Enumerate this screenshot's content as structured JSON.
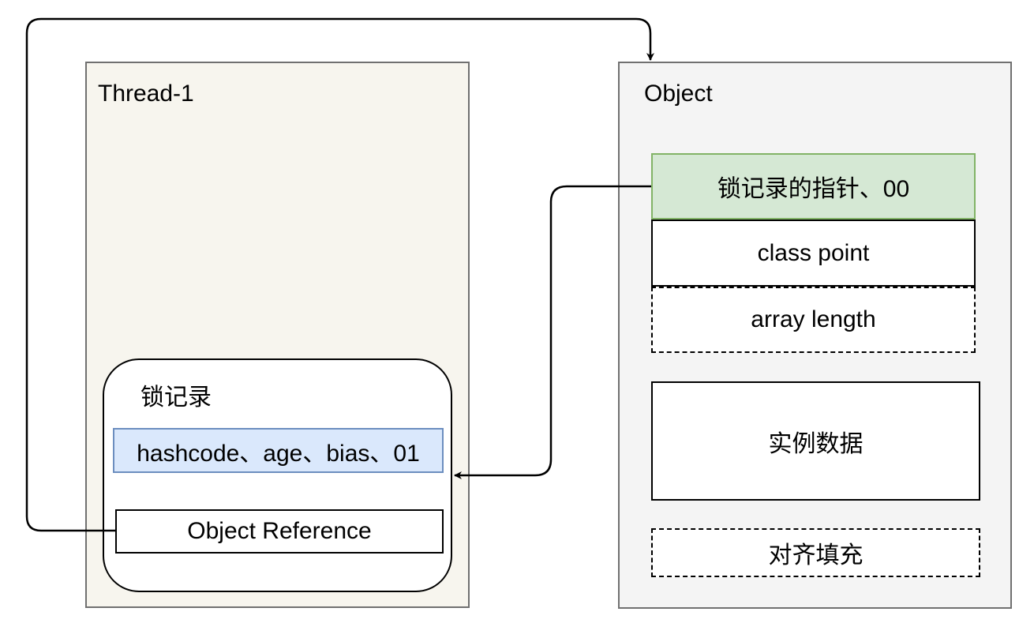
{
  "thread": {
    "title": "Thread-1",
    "lock_record": {
      "title": "锁记录",
      "mark_word": "hashcode、age、bias、01",
      "object_reference": "Object Reference"
    }
  },
  "object": {
    "title": "Object",
    "header_fields": {
      "lock_pointer": "锁记录的指针、00",
      "class_point": "class point",
      "array_length": "array length"
    },
    "instance_data": "实例数据",
    "padding": "对齐填充"
  },
  "colors": {
    "thread_panel_fill": "#f7f5ee",
    "object_panel_fill": "#f4f4f4",
    "mark_word_fill": "#dae8fc",
    "mark_word_border": "#6c8ebf",
    "lock_pointer_fill": "#d5e8d4",
    "lock_pointer_border": "#82b366"
  }
}
